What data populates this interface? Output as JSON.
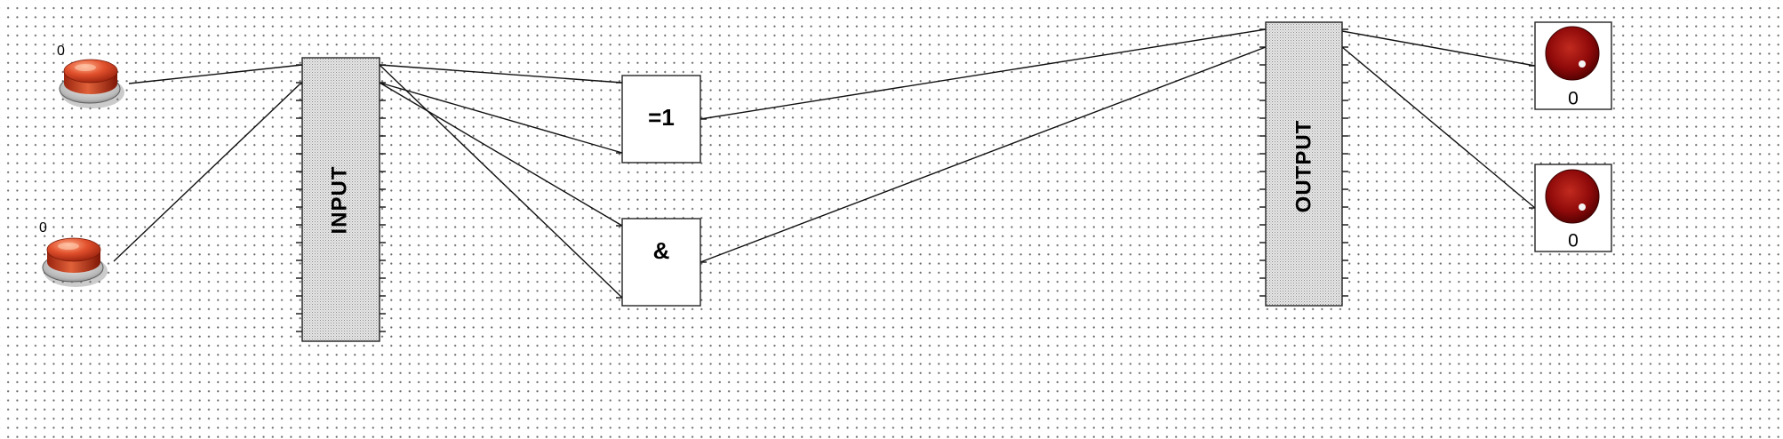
{
  "inputs": [
    {
      "label": "0"
    },
    {
      "label": "0"
    }
  ],
  "input_bus": {
    "label": "INPUT"
  },
  "gates": {
    "xor": {
      "label": "=1"
    },
    "and": {
      "label": "&"
    }
  },
  "output_bus": {
    "label": "OUTPUT"
  },
  "lamps": [
    {
      "label": "0"
    },
    {
      "label": "0"
    }
  ],
  "colors": {
    "button_red": "#d8482a",
    "lamp_red": "#8f0a0a",
    "bus_fill": "#d0d0d0",
    "wire": "#111111"
  },
  "icons": {
    "push_button": "red-push-button-icon",
    "lamp": "red-indicator-lamp-icon"
  }
}
